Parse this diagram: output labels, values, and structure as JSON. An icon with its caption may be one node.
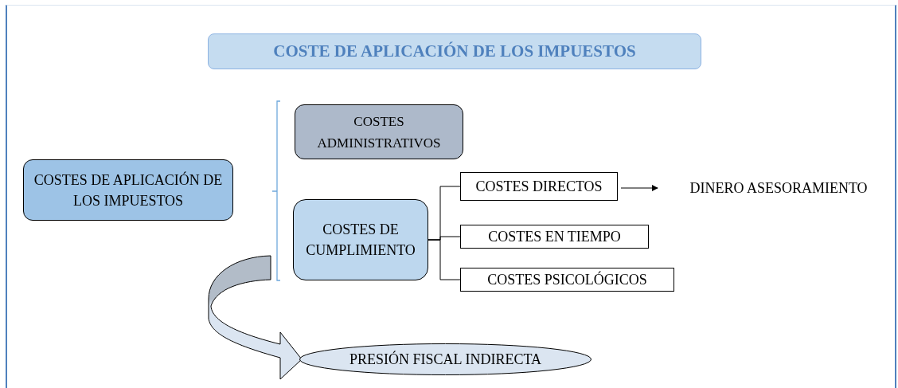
{
  "diagram": {
    "nodes": [
      {
        "text": [
          "COSTE DE APLICACIÓN DE LOS IMPUESTOS"
        ]
      },
      {
        "text": [
          "COSTES DE APLICACIÓN DE LOS IMPUESTOS"
        ]
      },
      {
        "text": [
          "COSTES ADMINISTRATIVOS"
        ]
      },
      {
        "text": [
          "COSTES DE CUMPLIMIENTO"
        ]
      },
      {
        "text": [
          "COSTES DIRECTOS"
        ]
      },
      {
        "text": [
          "DINERO ASESORAMIENTO"
        ]
      },
      {
        "text": [
          "COSTES EN TIEMPO"
        ]
      },
      {
        "text": [
          "COSTES PSICOLÓGICOS"
        ]
      },
      {
        "text": [
          "PRESIÓN FISCAL INDIRECTA"
        ]
      }
    ],
    "edges": [
      {
        "from": 3,
        "to": 4,
        "arrow": "none"
      },
      {
        "from": 3,
        "to": 6,
        "arrow": "none"
      },
      {
        "from": 3,
        "to": 7,
        "arrow": "none"
      },
      {
        "from": 4,
        "to": 5,
        "arrow": "to"
      },
      {
        "from": null,
        "to": 8,
        "arrow": "to",
        "style": "thick"
      }
    ]
  }
}
